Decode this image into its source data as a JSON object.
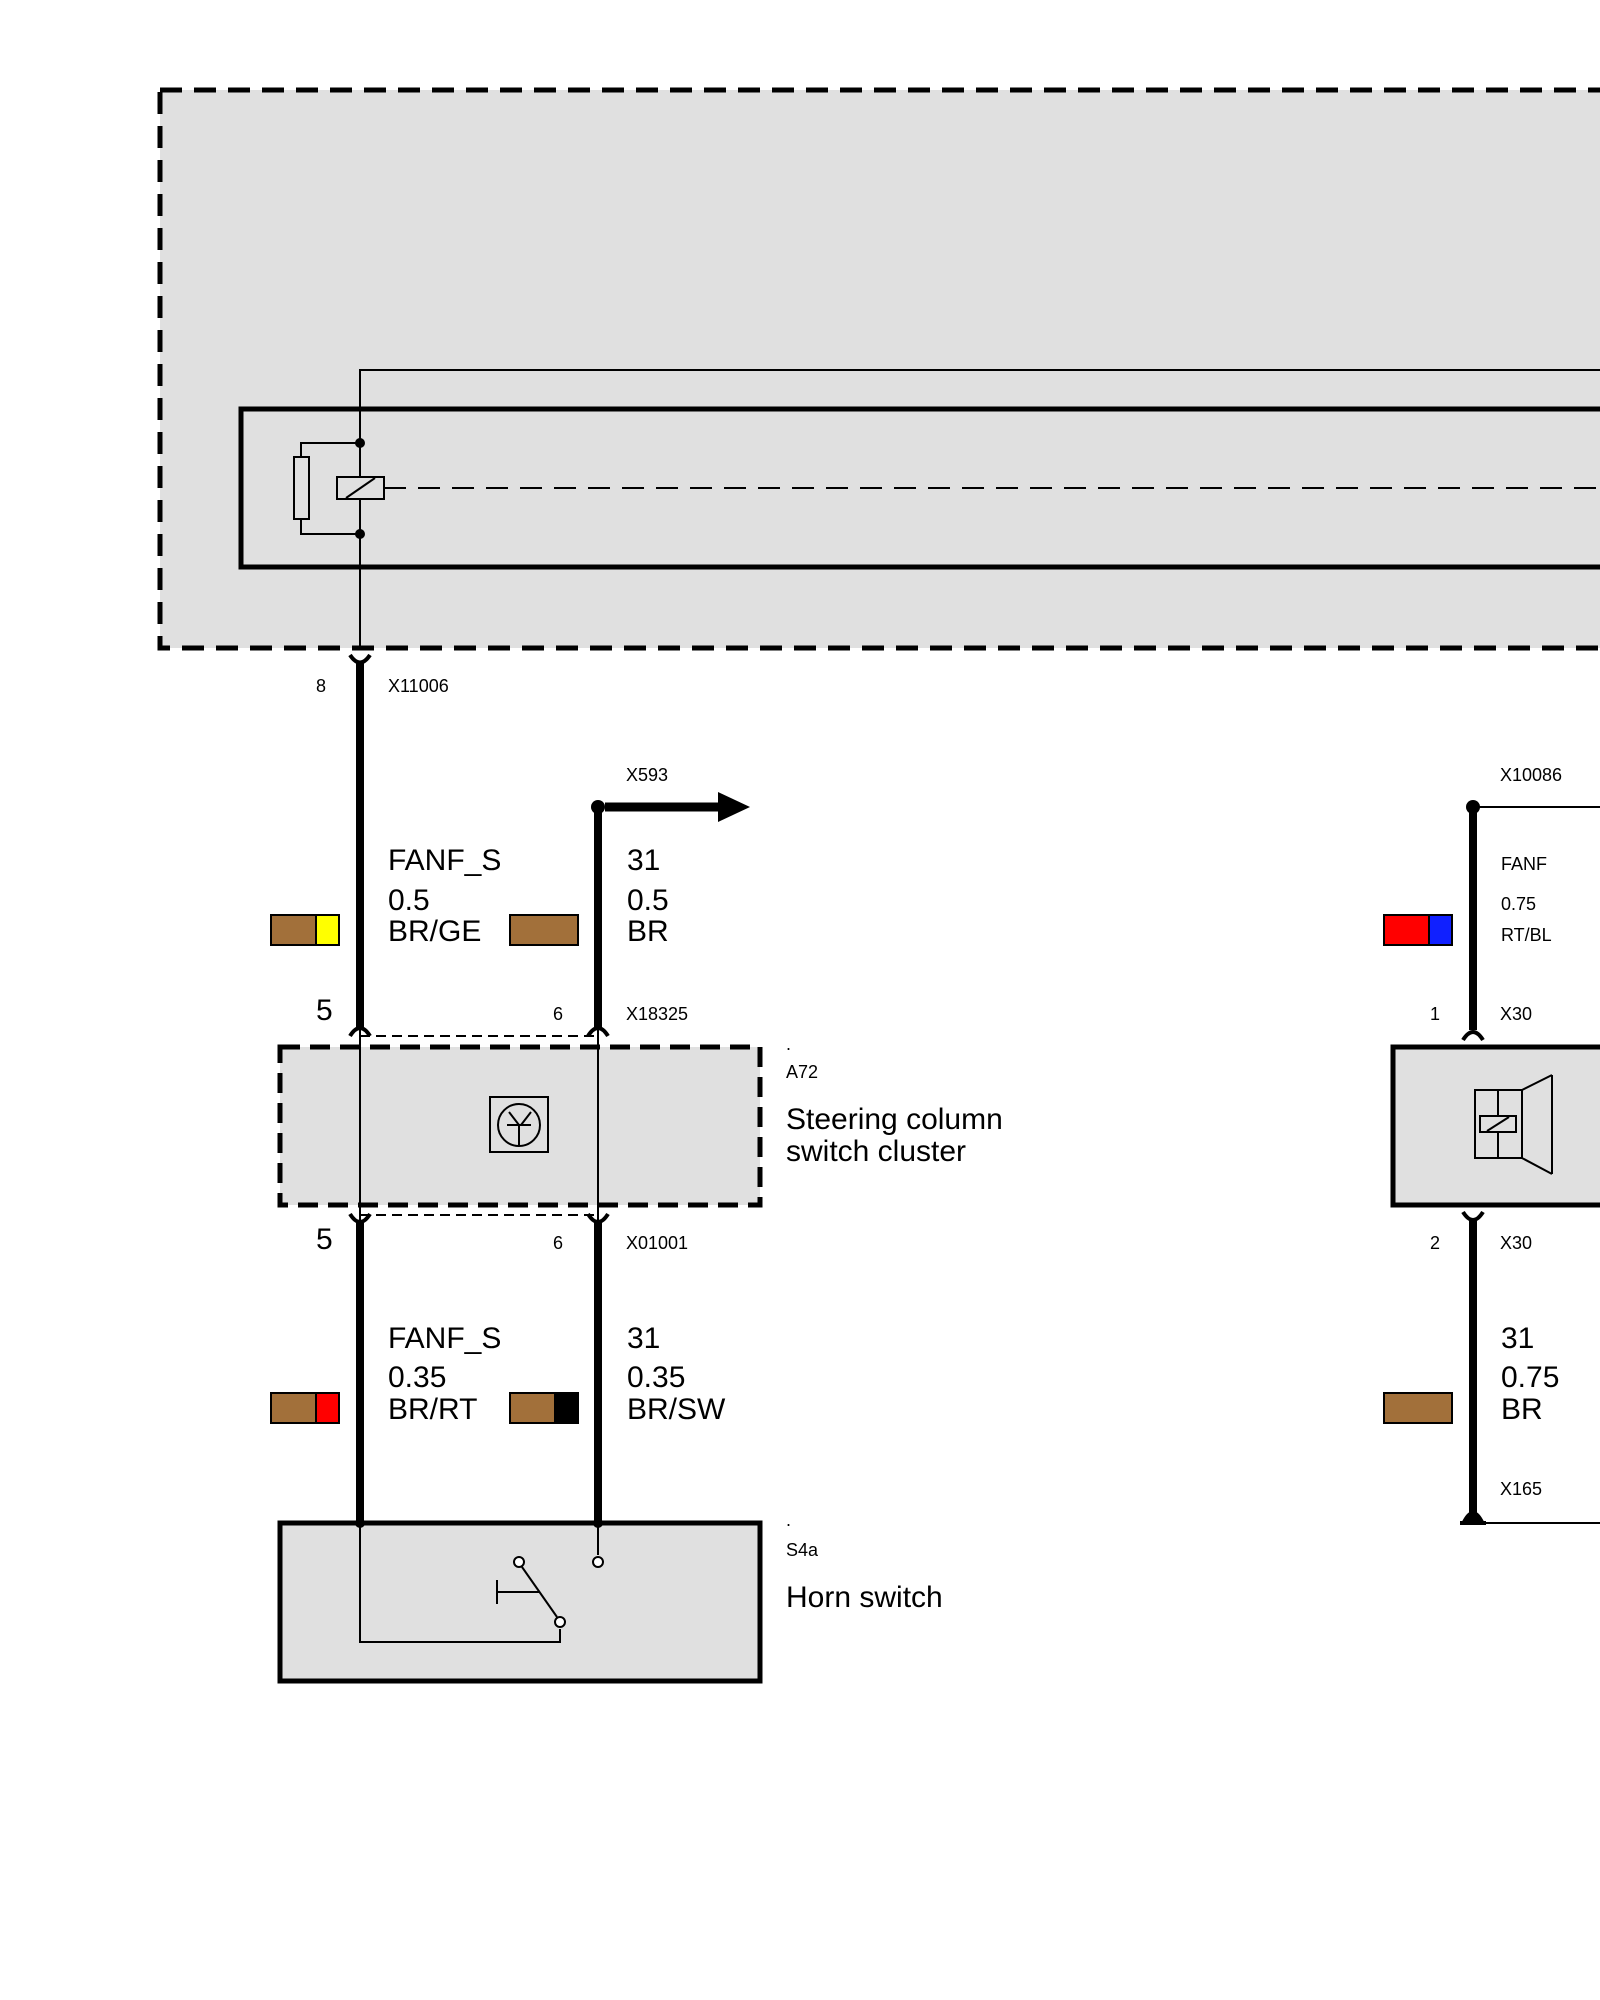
{
  "colors": {
    "module_fill": "#e0e0e0",
    "wire": "#000000",
    "brown": "#a2703a",
    "yellow": "#ffff00",
    "red": "#ff0000",
    "blue": "#1020ff",
    "black": "#000000"
  },
  "connectors": {
    "x11006": {
      "id": "X11006",
      "pin": "8"
    },
    "x593": {
      "id": "X593"
    },
    "x18325": {
      "id": "X18325",
      "pin_left": "5",
      "pin_right": "6"
    },
    "x01001": {
      "id": "X01001",
      "pin_left": "5",
      "pin_right": "6"
    },
    "x10086": {
      "id": "X10086"
    },
    "x30_top": {
      "id": "X30",
      "pin": "1"
    },
    "x30_bottom": {
      "id": "X30",
      "pin": "2"
    },
    "x165": {
      "id": "X165"
    }
  },
  "wires": {
    "w1": {
      "signal": "FANF_S",
      "gauge": "0.5",
      "color_code": "BR/GE"
    },
    "w2": {
      "signal": "31",
      "gauge": "0.5",
      "color_code": "BR"
    },
    "w3": {
      "signal": "FANF_S",
      "gauge": "0.35",
      "color_code": "BR/RT"
    },
    "w4": {
      "signal": "31",
      "gauge": "0.35",
      "color_code": "BR/SW"
    },
    "w5": {
      "signal": "FANF",
      "gauge": "0.75",
      "color_code": "RT/BL"
    },
    "w6": {
      "signal": "31",
      "gauge": "0.75",
      "color_code": "BR"
    }
  },
  "components": {
    "a72": {
      "dot": ".",
      "code": "A72",
      "name_line1": "Steering column",
      "name_line2": "switch cluster"
    },
    "s4a": {
      "dot": ".",
      "code": "S4a",
      "name": "Horn switch"
    }
  }
}
